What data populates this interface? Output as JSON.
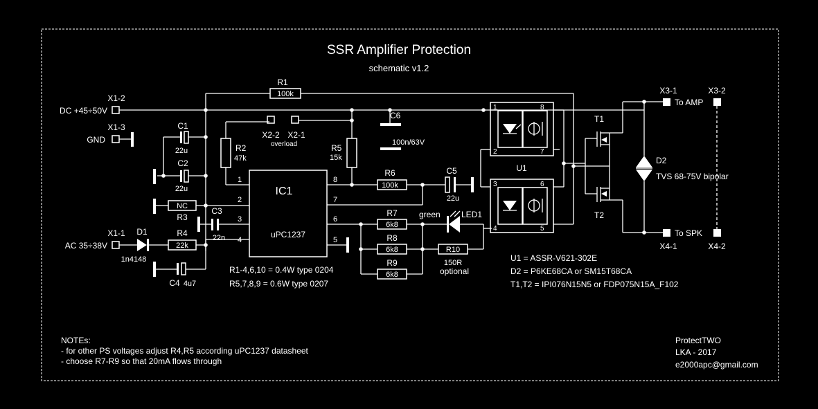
{
  "title": "SSR Amplifier Protection",
  "subtitle": "schematic v1.2",
  "connectors": {
    "x1_2": "X1-2",
    "dc": "DC +45÷50V",
    "x1_3": "X1-3",
    "gnd": "GND",
    "x1_1": "X1-1",
    "ac": "AC 35÷38V",
    "x2_2": "X2-2",
    "x2_1": "X2-1",
    "overload": "overload",
    "x3_1": "X3-1",
    "x3_2": "X3-2",
    "to_amp": "To AMP",
    "x4_1": "X4-1",
    "x4_2": "X4-2",
    "to_spk": "To SPK"
  },
  "components": {
    "r1": "R1",
    "r1_val": "100k",
    "c1": "C1",
    "c1_val": "22u",
    "c2": "C2",
    "c2_val": "22u",
    "r2": "R2",
    "r2_val": "47k",
    "r3": "R3",
    "r3_val": "NC",
    "c3": "C3",
    "c3_val": "22n",
    "d1": "D1",
    "d1_val": "1n4148",
    "r4": "R4",
    "r4_val": "22k",
    "c4": "C4",
    "c4_val": "4u7",
    "ic1": "IC1",
    "ic1_val": "uPC1237",
    "r5": "R5",
    "r5_val": "15k",
    "c6": "C6",
    "c6_val": "100n/63V",
    "r6": "R6",
    "r6_val": "100k",
    "c5": "C5",
    "c5_val": "22u",
    "r7": "R7",
    "r7_val": "6k8",
    "r8": "R8",
    "r8_val": "6k8",
    "r9": "R9",
    "r9_val": "6k8",
    "r10": "R10",
    "r10_val": "150R",
    "r10_note": "optional",
    "led1": "LED1",
    "led1_color": "green",
    "u1": "U1",
    "t1": "T1",
    "t2": "T2",
    "d2": "D2",
    "d2_val": "TVS 68-75V bipolar"
  },
  "pins": {
    "ic_left": [
      "1",
      "2",
      "3",
      "4"
    ],
    "ic_right": [
      "8",
      "7",
      "6",
      "5"
    ],
    "u1_top": [
      "1",
      "8",
      "2",
      "7"
    ],
    "u1_bottom": [
      "3",
      "6",
      "4",
      "5"
    ]
  },
  "notes_rating": {
    "line1": "R1-4,6,10 = 0.4W type 0204",
    "line2": "R5,7,8,9 = 0.6W type 0207"
  },
  "part_list": {
    "u1": "U1 = ASSR-V621-302E",
    "d2": "D2 = P6KE68CA or SM15T68CA",
    "t": "T1,T2 = IPI076N15N5 or FDP075N15A_F102"
  },
  "notes": {
    "heading": "NOTEs:",
    "line1": "- for other PS voltages adjust R4,R5 according uPC1237 datasheet",
    "line2": "- choose R7-R9 so that 20mA flows through"
  },
  "credits": {
    "project": "ProtectTWO",
    "author": "LKA - 2017",
    "email": "e2000apc@gmail.com"
  }
}
